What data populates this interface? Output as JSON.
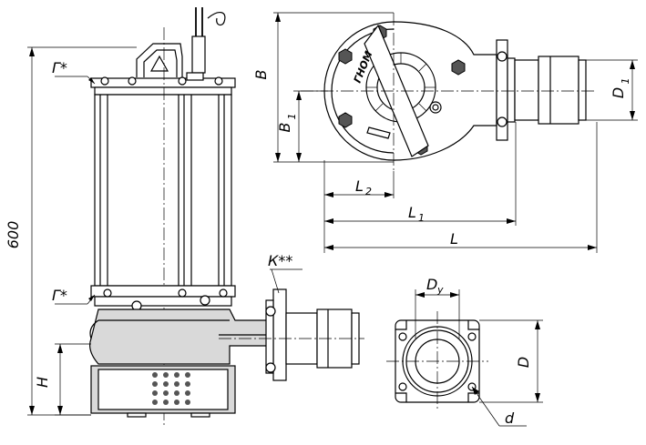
{
  "labels": {
    "height_600": "600",
    "g_top": "Г*",
    "g_bottom": "Г*",
    "k": "К**",
    "h": "H",
    "b": "B",
    "b1": "B",
    "b1_sub": "1",
    "l2": "L",
    "l2_sub": "2",
    "l1": "L",
    "l1_sub": "1",
    "l": "L",
    "d1": "D",
    "d1_sub": "1",
    "dy": "D",
    "dy_sub": "у",
    "d_big": "D",
    "d_small": "d",
    "brand": "ГНОМ"
  }
}
